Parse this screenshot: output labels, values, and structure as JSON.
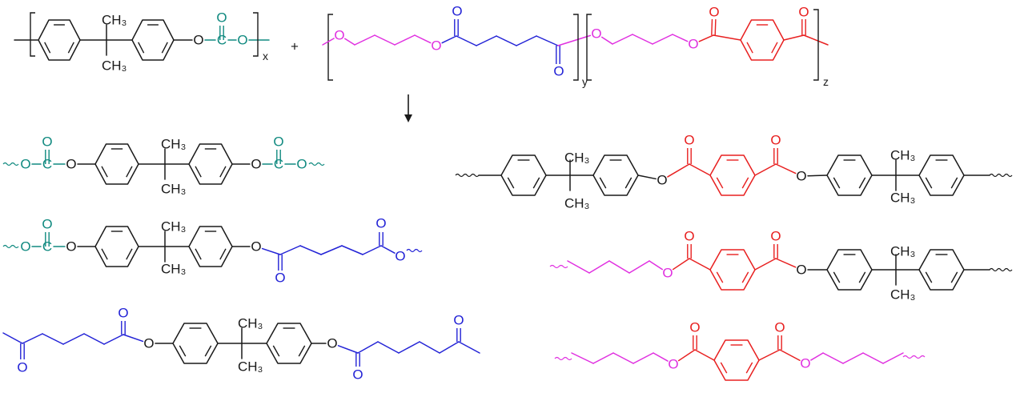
{
  "labels": {
    "O": "O",
    "C": "C",
    "CH3": "CH₃",
    "x": "x",
    "y": "y",
    "z": "z",
    "plus": "+"
  },
  "colors": {
    "black": "#1a1a1a",
    "carbonate": "#118a80",
    "adipate": "#2323d6",
    "butanediol": "#e030e0",
    "terephthalate": "#e82020"
  }
}
